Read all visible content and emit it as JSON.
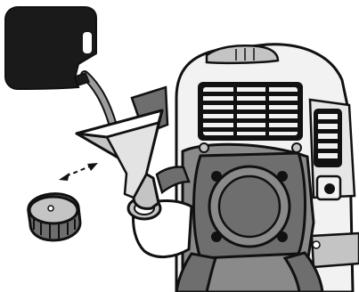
{
  "illustration": {
    "colors": {
      "outline": "#111111",
      "light_body": "#f2f2f2",
      "mid_gray": "#c4c4c4",
      "dark_gray": "#8a8a8a",
      "darker_gray": "#6e6e6e",
      "fuel_can": "#1a1a1a",
      "fuel_stream": "#9c9c9c",
      "white": "#ffffff"
    },
    "parts": [
      "fuel-can-icon",
      "fuel-stream",
      "funnel-icon",
      "engine-housing",
      "air-vent-grille",
      "side-grille",
      "recoil-starter",
      "fuel-filler-neck",
      "fuel-cap-icon",
      "remove-cap-arrow-icon"
    ]
  }
}
